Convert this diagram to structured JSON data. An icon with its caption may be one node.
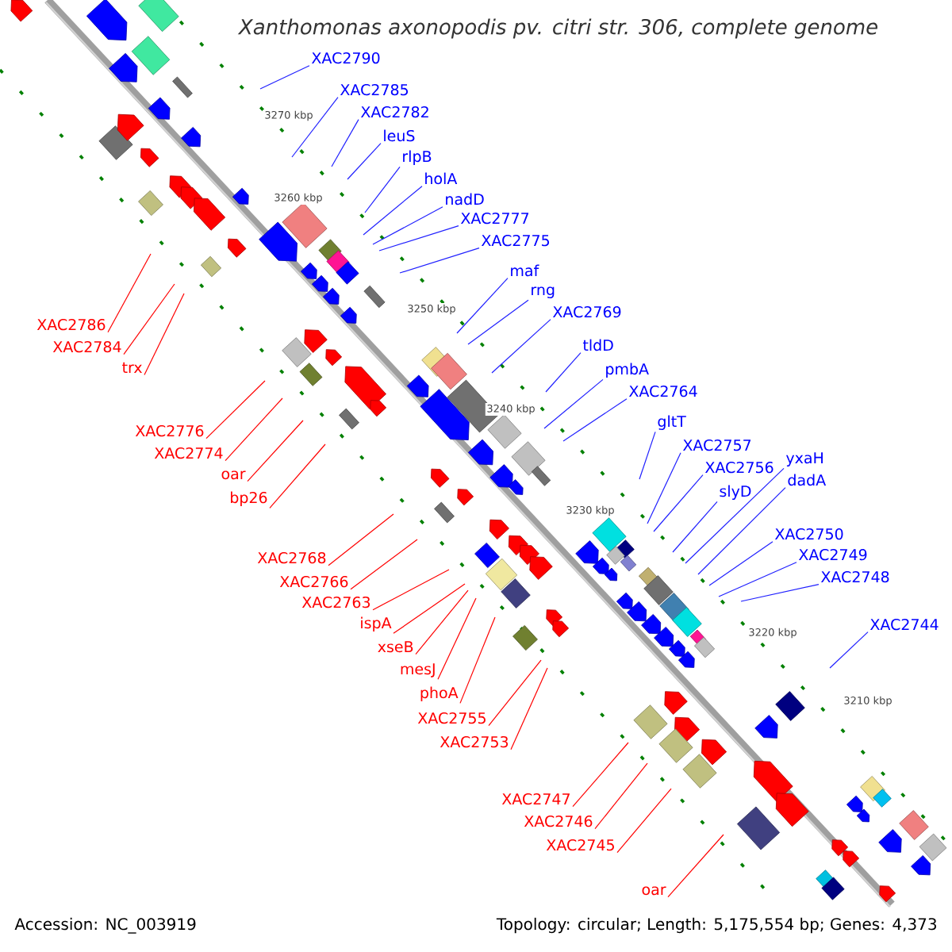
{
  "diagram": {
    "title": "Xanthomonas axonopodis pv. citri str. 306, complete genome",
    "nodes": [
      {
        "text": [
          "XAC2790"
        ]
      },
      {
        "text": [
          "XAC2785"
        ]
      },
      {
        "text": [
          "XAC2782"
        ]
      },
      {
        "text": [
          "leuS"
        ]
      },
      {
        "text": [
          "rlpB"
        ]
      },
      {
        "text": [
          "holA"
        ]
      },
      {
        "text": [
          "nadD"
        ]
      },
      {
        "text": [
          "XAC2777"
        ]
      },
      {
        "text": [
          "XAC2775"
        ]
      },
      {
        "text": [
          "maf"
        ]
      },
      {
        "text": [
          "rng"
        ]
      },
      {
        "text": [
          "XAC2769"
        ]
      },
      {
        "text": [
          "tldD"
        ]
      },
      {
        "text": [
          "pmbA"
        ]
      },
      {
        "text": [
          "XAC2764"
        ]
      },
      {
        "text": [
          "gltT"
        ]
      },
      {
        "text": [
          "XAC2757"
        ]
      },
      {
        "text": [
          "XAC2756"
        ]
      },
      {
        "text": [
          "slyD"
        ]
      },
      {
        "text": [
          "yxaH"
        ]
      },
      {
        "text": [
          "dadA"
        ]
      },
      {
        "text": [
          "XAC2750"
        ]
      },
      {
        "text": [
          "XAC2749"
        ]
      },
      {
        "text": [
          "XAC2748"
        ]
      },
      {
        "text": [
          "XAC2744"
        ]
      },
      {
        "text": [
          "XAC2786"
        ]
      },
      {
        "text": [
          "XAC2784"
        ]
      },
      {
        "text": [
          "trx"
        ]
      },
      {
        "text": [
          "XAC2776"
        ]
      },
      {
        "text": [
          "XAC2774"
        ]
      },
      {
        "text": [
          "oar"
        ]
      },
      {
        "text": [
          "bp26"
        ]
      },
      {
        "text": [
          "XAC2768"
        ]
      },
      {
        "text": [
          "XAC2766"
        ]
      },
      {
        "text": [
          "XAC2763"
        ]
      },
      {
        "text": [
          "ispA"
        ]
      },
      {
        "text": [
          "xseB"
        ]
      },
      {
        "text": [
          "mesJ"
        ]
      },
      {
        "text": [
          "phoA"
        ]
      },
      {
        "text": [
          "XAC2755"
        ]
      },
      {
        "text": [
          "XAC2753"
        ]
      },
      {
        "text": [
          "XAC2747"
        ]
      },
      {
        "text": [
          "XAC2746"
        ]
      },
      {
        "text": [
          "XAC2745"
        ]
      },
      {
        "text": [
          "oar"
        ]
      }
    ],
    "edges": [
      {
        "from": 0,
        "to": null,
        "arrow": "none"
      },
      {
        "from": 1,
        "to": null,
        "arrow": "none"
      },
      {
        "from": 2,
        "to": null,
        "arrow": "none"
      },
      {
        "from": 3,
        "to": null,
        "arrow": "none"
      },
      {
        "from": 4,
        "to": null,
        "arrow": "none"
      },
      {
        "from": 5,
        "to": null,
        "arrow": "none"
      },
      {
        "from": 6,
        "to": null,
        "arrow": "none"
      },
      {
        "from": 7,
        "to": null,
        "arrow": "none"
      },
      {
        "from": 8,
        "to": null,
        "arrow": "none"
      },
      {
        "from": 9,
        "to": null,
        "arrow": "none"
      },
      {
        "from": 10,
        "to": null,
        "arrow": "none"
      },
      {
        "from": 11,
        "to": null,
        "arrow": "none"
      },
      {
        "from": 12,
        "to": null,
        "arrow": "none"
      },
      {
        "from": 13,
        "to": null,
        "arrow": "none"
      },
      {
        "from": 14,
        "to": null,
        "arrow": "none"
      },
      {
        "from": 15,
        "to": null,
        "arrow": "none"
      },
      {
        "from": 16,
        "to": null,
        "arrow": "none"
      },
      {
        "from": 17,
        "to": null,
        "arrow": "none"
      },
      {
        "from": 18,
        "to": null,
        "arrow": "none"
      },
      {
        "from": 19,
        "to": null,
        "arrow": "none"
      },
      {
        "from": 20,
        "to": null,
        "arrow": "none"
      },
      {
        "from": 21,
        "to": null,
        "arrow": "none"
      },
      {
        "from": 22,
        "to": null,
        "arrow": "none"
      },
      {
        "from": 23,
        "to": null,
        "arrow": "none"
      },
      {
        "from": 24,
        "to": null,
        "arrow": "none"
      },
      {
        "from": 25,
        "to": null,
        "arrow": "none",
        "color": "#ff0000"
      },
      {
        "from": 26,
        "to": null,
        "arrow": "none",
        "color": "#ff0000"
      },
      {
        "from": 27,
        "to": null,
        "arrow": "none",
        "color": "#ff0000"
      },
      {
        "from": 28,
        "to": null,
        "arrow": "none",
        "color": "#ff0000"
      },
      {
        "from": 29,
        "to": null,
        "arrow": "none",
        "color": "#ff0000"
      },
      {
        "from": 30,
        "to": null,
        "arrow": "none",
        "color": "#ff0000"
      },
      {
        "from": 31,
        "to": null,
        "arrow": "none",
        "color": "#ff0000"
      },
      {
        "from": 32,
        "to": null,
        "arrow": "none",
        "color": "#ff0000"
      },
      {
        "from": 33,
        "to": null,
        "arrow": "none",
        "color": "#ff0000"
      },
      {
        "from": 34,
        "to": null,
        "arrow": "none",
        "color": "#ff0000"
      },
      {
        "from": 35,
        "to": null,
        "arrow": "none",
        "color": "#ff0000"
      },
      {
        "from": 36,
        "to": null,
        "arrow": "none",
        "color": "#ff0000"
      },
      {
        "from": 37,
        "to": null,
        "arrow": "none",
        "color": "#ff0000"
      },
      {
        "from": 38,
        "to": null,
        "arrow": "none",
        "color": "#ff0000"
      },
      {
        "from": 39,
        "to": null,
        "arrow": "none",
        "color": "#ff0000"
      },
      {
        "from": 40,
        "to": null,
        "arrow": "none",
        "color": "#ff0000"
      },
      {
        "from": 41,
        "to": null,
        "arrow": "none",
        "color": "#ff0000"
      },
      {
        "from": 42,
        "to": null,
        "arrow": "none",
        "color": "#ff0000"
      },
      {
        "from": 43,
        "to": null,
        "arrow": "none",
        "color": "#ff0000"
      },
      {
        "from": 44,
        "to": null,
        "arrow": "none",
        "color": "#ff0000"
      }
    ],
    "labels": [
      "3270 kbp",
      "3260 kbp",
      "3250 kbp",
      "3240 kbp",
      "3230 kbp",
      "3220 kbp",
      "3210 kbp",
      "Accession: NC_003919",
      "Topology: circular; Length: 5,175,554 bp; Genes: 4,373"
    ]
  }
}
